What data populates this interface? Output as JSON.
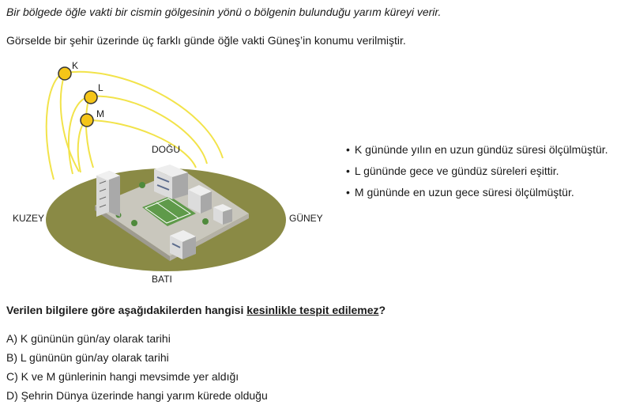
{
  "intro": "Bir bölgede öğle vakti bir cismin gölgesinin yönü o bölgenin bulunduğu yarım küreyi verir.",
  "description": "Görselde bir şehir üzerinde üç farklı günde öğle vakti Güneş’in konumu verilmiştir.",
  "figure": {
    "directions": {
      "north": "KUZEY",
      "east": "DOĞU",
      "south": "GÜNEY",
      "west": "BATI"
    },
    "suns": [
      "K",
      "L",
      "M"
    ],
    "colors": {
      "sun_fill": "#f5c518",
      "sun_stroke": "#333333",
      "path": "#f2e34a",
      "ground": "#8a8a45"
    }
  },
  "facts": [
    "K gününde yılın en uzun gündüz süresi ölçülmüştür.",
    "L gününde gece ve gündüz süreleri eşittir.",
    "M gününde en uzun gece süresi ölçülmüştür."
  ],
  "question": {
    "before": "Verilen bilgilere göre aşağıdakilerden hangisi ",
    "underlined": "kesinlikle tespit edilemez",
    "after": "?"
  },
  "options": [
    "A) K gününün gün/ay olarak tarihi",
    "B) L gününün gün/ay olarak tarihi",
    "C) K ve M günlerinin hangi mevsimde yer aldığı",
    "D) Şehrin Dünya üzerinde hangi yarım kürede olduğu"
  ]
}
